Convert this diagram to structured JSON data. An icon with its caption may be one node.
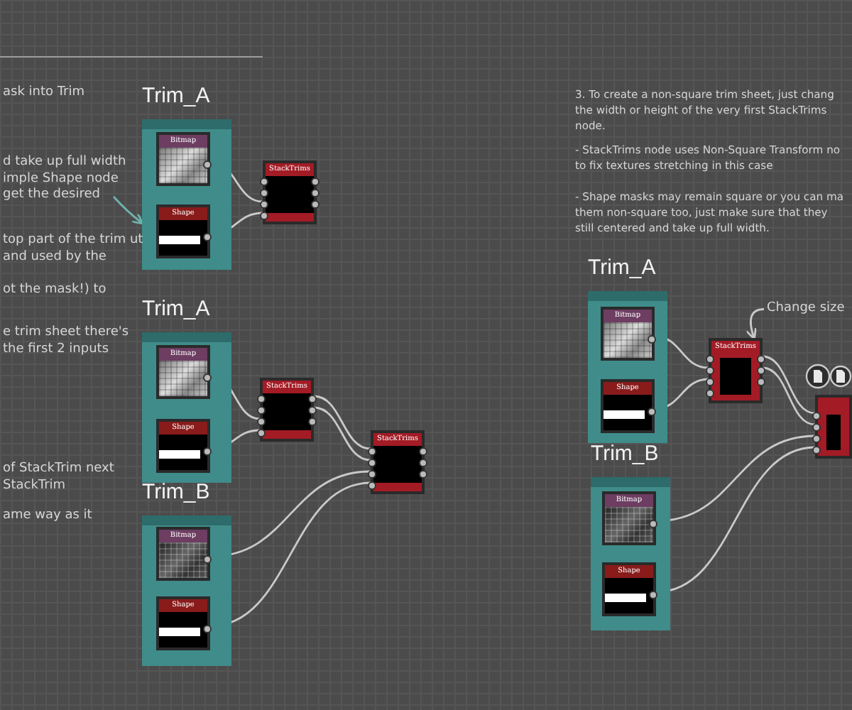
{
  "diagram": {
    "nodes": [
      {
        "text": [
          "Trim_A"
        ]
      },
      {
        "text": [
          "Bitmap"
        ],
        "in": 0
      },
      {
        "text": [
          "Shape"
        ],
        "in": 0
      },
      {
        "text": [
          "StackTrims"
        ]
      },
      {
        "text": [
          "Trim_A"
        ]
      },
      {
        "text": [
          "Bitmap"
        ],
        "in": 4
      },
      {
        "text": [
          "Shape"
        ],
        "in": 4
      },
      {
        "text": [
          "StackTrims"
        ]
      },
      {
        "text": [
          "StackTrims"
        ]
      },
      {
        "text": [
          "Trim_B"
        ]
      },
      {
        "text": [
          "Bitmap"
        ],
        "in": 9
      },
      {
        "text": [
          "Shape"
        ],
        "in": 9
      },
      {
        "text": [
          "Trim_A"
        ]
      },
      {
        "text": [
          "Bitmap"
        ],
        "in": 12
      },
      {
        "text": [
          "Shape"
        ],
        "in": 12
      },
      {
        "text": [
          "StackTrims"
        ]
      },
      {
        "text": [],
        "shape": "box"
      },
      {
        "text": [
          "Trim_B"
        ]
      },
      {
        "text": [
          "Bitmap"
        ],
        "in": 17
      },
      {
        "text": [
          "Shape"
        ],
        "in": 17
      },
      {
        "text": [
          "d take up full width imple Shape node get the desired"
        ]
      },
      {
        "text": [
          "Change size"
        ]
      }
    ],
    "edges": [
      {
        "from": 1,
        "to": 3,
        "arrow": "none"
      },
      {
        "from": 2,
        "to": 3,
        "arrow": "none"
      },
      {
        "from": 5,
        "to": 7,
        "arrow": "none"
      },
      {
        "from": 6,
        "to": 7,
        "arrow": "none"
      },
      {
        "from": 7,
        "to": 8,
        "arrow": "none"
      },
      {
        "from": 7,
        "to": 8,
        "arrow": "none"
      },
      {
        "from": 10,
        "to": 8,
        "arrow": "none"
      },
      {
        "from": 11,
        "to": 8,
        "arrow": "none"
      },
      {
        "from": 13,
        "to": 15,
        "arrow": "none"
      },
      {
        "from": 14,
        "to": 15,
        "arrow": "none"
      },
      {
        "from": 15,
        "to": 16,
        "arrow": "none"
      },
      {
        "from": 15,
        "to": 16,
        "arrow": "none"
      },
      {
        "from": 18,
        "to": 16,
        "arrow": "none"
      },
      {
        "from": 19,
        "to": 16,
        "arrow": "none"
      },
      {
        "from": 20,
        "to": 0,
        "arrow": "to",
        "color": "#6fb3ad"
      },
      {
        "from": 21,
        "to": 15,
        "arrow": "to",
        "color": "#c8c8c8"
      }
    ],
    "labels": [
      "ask into Trim",
      "top part of the trim ut and used by the",
      "ot the mask!) to",
      "e trim sheet there's the first 2 inputs",
      "of StackTrim next StackTrim",
      "ame way as it",
      "3. To create a non-square trim sheet, just chang the width or height of the very first StackTrims node.",
      "- StackTrims node uses Non-Square Transform no to fix textures stretching in this case",
      "- Shape masks may remain square or you can ma them non-square too, just make sure that they still centered and take up full width."
    ]
  }
}
